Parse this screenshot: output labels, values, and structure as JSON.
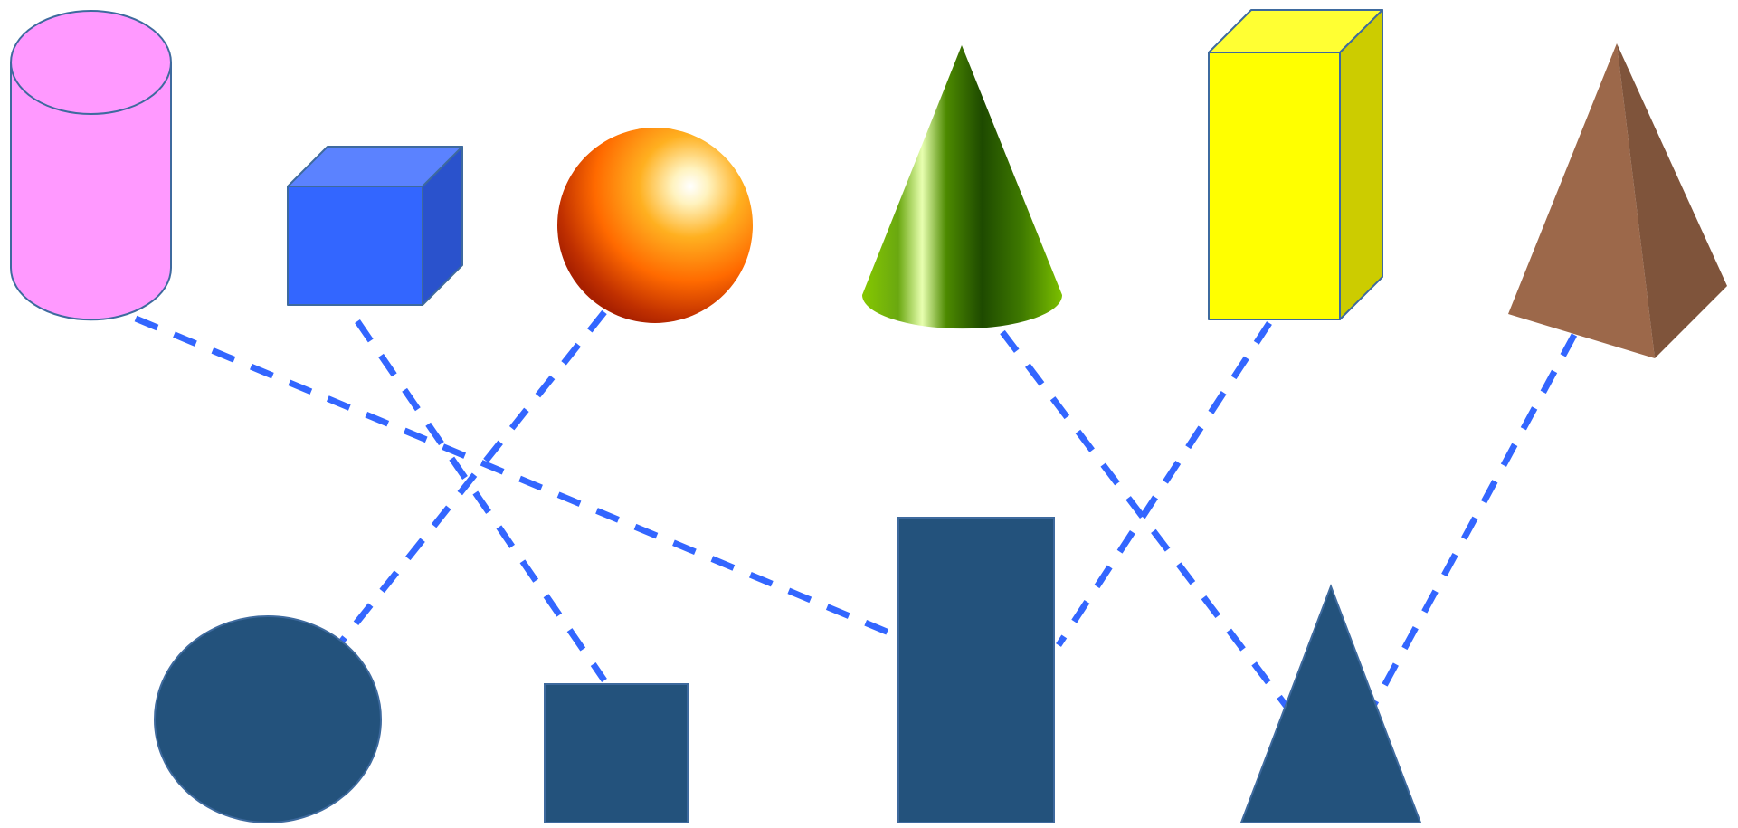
{
  "diagram": {
    "kind": "solid-to-view-matching",
    "solids": [
      {
        "id": "cylinder",
        "icon": "cylinder-icon",
        "color": "#ff99ff"
      },
      {
        "id": "cube",
        "icon": "cube-icon",
        "color": "#3366ff"
      },
      {
        "id": "sphere",
        "icon": "sphere-icon",
        "color": "#ff8800"
      },
      {
        "id": "cone",
        "icon": "cone-icon",
        "color": "#66aa00"
      },
      {
        "id": "cuboid",
        "icon": "cuboid-icon",
        "color": "#ffff00"
      },
      {
        "id": "pyramid",
        "icon": "pyramid-icon",
        "color": "#9c684a"
      }
    ],
    "views": [
      {
        "id": "circle",
        "icon": "circle-icon"
      },
      {
        "id": "square",
        "icon": "square-icon"
      },
      {
        "id": "rectangle",
        "icon": "rectangle-icon"
      },
      {
        "id": "triangle",
        "icon": "triangle-icon"
      }
    ],
    "view_color": "#23527c",
    "line_color": "#3366ff",
    "connections": [
      {
        "from": "cylinder",
        "to": "rectangle"
      },
      {
        "from": "cube",
        "to": "square"
      },
      {
        "from": "sphere",
        "to": "circle"
      },
      {
        "from": "cone",
        "to": "triangle"
      },
      {
        "from": "cuboid",
        "to": "rectangle"
      },
      {
        "from": "pyramid",
        "to": "triangle"
      }
    ]
  }
}
